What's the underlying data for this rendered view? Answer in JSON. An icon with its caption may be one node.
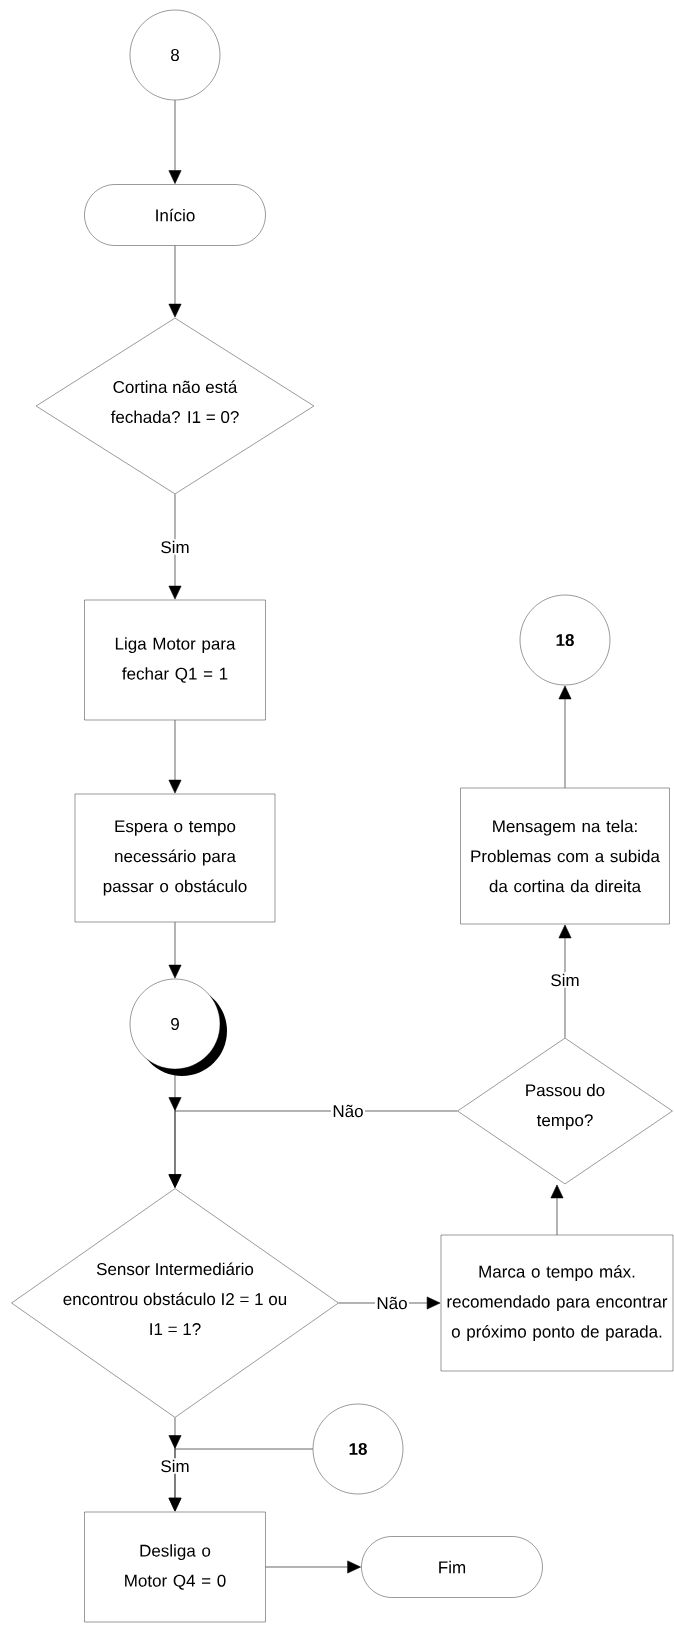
{
  "diagram": {
    "nodes": [
      {
        "text": [
          "8"
        ]
      },
      {
        "text": [
          "Início"
        ]
      },
      {
        "text": [
          "Cortina não está fechada? I1 = 0?"
        ]
      },
      {
        "text": [
          "Liga Motor para fechar Q1 = 1"
        ]
      },
      {
        "text": [
          "18"
        ]
      },
      {
        "text": [
          "Mensagem na tela: Problemas com a subida da cortina da direita"
        ]
      },
      {
        "text": [
          "Espera o tempo necessário para passar o obstáculo"
        ]
      },
      {
        "text": [
          "9"
        ]
      },
      {
        "text": [
          "Passou do tempo?"
        ]
      },
      {
        "text": [
          "Sensor Intermediário encontrou obstáculo I2 = 1 ou I1 = 1?"
        ]
      },
      {
        "text": [
          "Marca o tempo máx. recomendado para encontrar o próximo ponto de parada."
        ]
      },
      {
        "text": [
          "18"
        ]
      },
      {
        "text": [
          "Desliga o Motor Q4 = 0"
        ]
      },
      {
        "text": [
          "Fim"
        ]
      }
    ],
    "edges": [
      {
        "from": 0,
        "to": 1,
        "arrow": "to"
      },
      {
        "from": 1,
        "to": 2,
        "arrow": "to"
      },
      {
        "from": 2,
        "to": 3,
        "arrow": "to",
        "label": "Sim"
      },
      {
        "from": 3,
        "to": 6,
        "arrow": "to"
      },
      {
        "from": 6,
        "to": 7,
        "arrow": "to"
      },
      {
        "from": 7,
        "to": 9,
        "arrow": "to"
      },
      {
        "from": 8,
        "to": 9,
        "arrow": "to",
        "label": "Não"
      },
      {
        "from": 9,
        "to": 10,
        "arrow": "to",
        "label": "Não"
      },
      {
        "from": 10,
        "to": 8,
        "arrow": "to"
      },
      {
        "from": 8,
        "to": 5,
        "arrow": "to",
        "label": "Sim"
      },
      {
        "from": 5,
        "to": 4,
        "arrow": "to"
      },
      {
        "from": 9,
        "to": 12,
        "arrow": "to",
        "label": "Sim"
      },
      {
        "from": 11,
        "to": 12,
        "arrow": "to"
      },
      {
        "from": 12,
        "to": 13,
        "arrow": "to"
      }
    ]
  }
}
